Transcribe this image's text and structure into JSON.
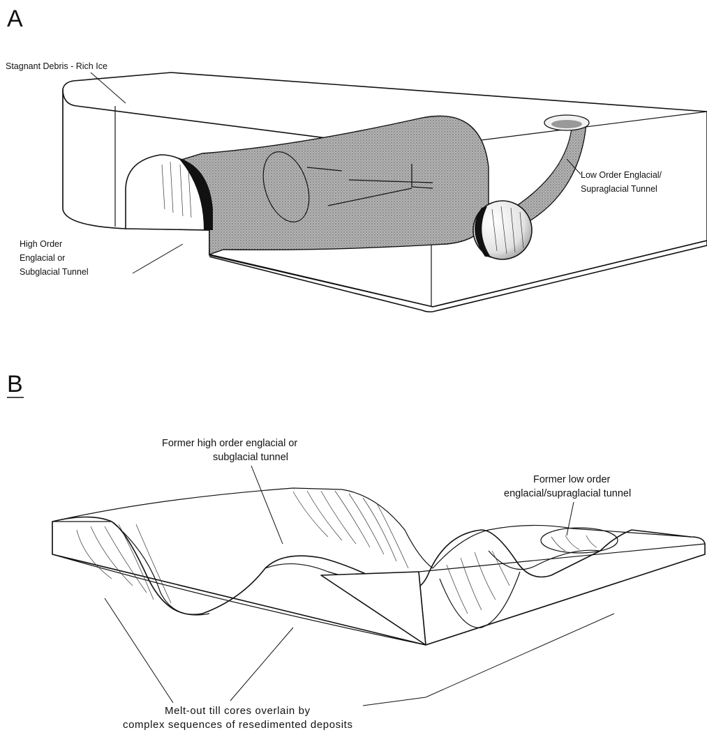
{
  "panels": [
    {
      "letter": "A",
      "labels": {
        "ice": "Stagnant Debris - Rich Ice",
        "high_order": [
          "High Order",
          "Englacial or",
          "Subglacial Tunnel"
        ],
        "low_order": [
          "Low Order Englacial/",
          "Supraglacial Tunnel"
        ]
      }
    },
    {
      "letter": "B",
      "labels": {
        "former_high": [
          "Former high order englacial or",
          "subglacial tunnel"
        ],
        "former_low": [
          "Former low order",
          "englacial/supraglacial tunnel"
        ],
        "meltout": [
          "Melt-out till cores overlain by",
          "complex sequences of resedimented deposits"
        ]
      }
    }
  ],
  "colors": {
    "ink": "#111111",
    "tunnel_shading": "#a9a9a9",
    "background": "#ffffff"
  }
}
